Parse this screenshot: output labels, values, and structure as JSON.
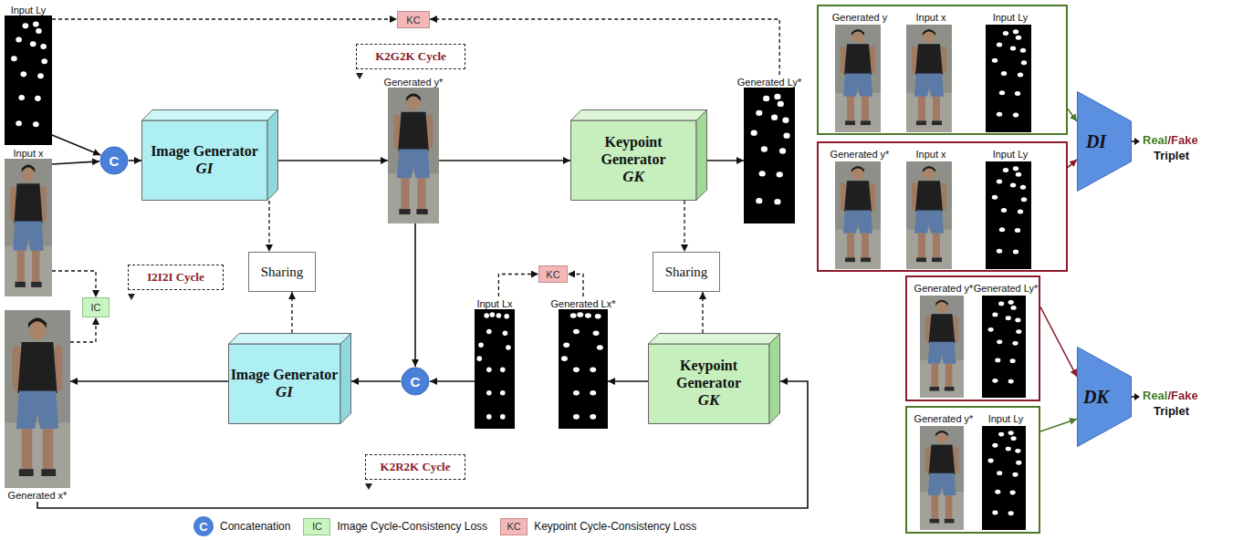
{
  "diagram": {
    "nodes": [
      {
        "text": [
          "Input Ly"
        ]
      },
      {
        "text": [
          "KC"
        ]
      },
      {
        "text": [
          "K2G2K Cycle"
        ]
      },
      {
        "text": [
          "Generated y*"
        ]
      },
      {
        "text": [
          "Generated Ly*"
        ]
      },
      {
        "text": [
          "Input x"
        ]
      },
      {
        "text": [
          "C"
        ]
      },
      {
        "text": [
          "Image Generator",
          "GI"
        ]
      },
      {
        "text": [
          "Keypoint Generator",
          "GK"
        ]
      },
      {
        "text": [
          "I2I2I Cycle"
        ]
      },
      {
        "text": [
          "IC"
        ]
      },
      {
        "text": [
          "Sharing"
        ]
      },
      {
        "text": [
          "Sharing"
        ]
      },
      {
        "text": [
          "KC"
        ]
      },
      {
        "text": [
          "Input Lx"
        ]
      },
      {
        "text": [
          "Generated Lx*"
        ]
      },
      {
        "text": [
          "Generated x*"
        ]
      },
      {
        "text": [
          "Image Generator",
          "GI"
        ]
      },
      {
        "text": [
          "C"
        ]
      },
      {
        "text": [
          "Keypoint Generator",
          "GK"
        ]
      },
      {
        "text": [
          "K2R2K Cycle"
        ]
      },
      {
        "text": [
          "Generated y",
          "Input x",
          "Input Ly"
        ]
      },
      {
        "text": [
          "Generated y*",
          "Input x",
          "Input Ly"
        ]
      },
      {
        "text": [
          "DI"
        ]
      },
      {
        "text": [
          "Generated y*",
          "Generated Ly*"
        ]
      },
      {
        "text": [
          "Generated y*",
          "Input Ly"
        ]
      },
      {
        "text": [
          "DK"
        ]
      }
    ],
    "edges": [
      {
        "from": 0,
        "to": 6,
        "arrow": "to"
      },
      {
        "from": 5,
        "to": 6,
        "arrow": "to"
      },
      {
        "from": 6,
        "to": 7,
        "arrow": "to"
      },
      {
        "from": 7,
        "to": 3,
        "arrow": "to"
      },
      {
        "from": 3,
        "to": 8,
        "arrow": "to"
      },
      {
        "from": 8,
        "to": 4,
        "arrow": "to"
      },
      {
        "from": 0,
        "to": 1,
        "arrow": "to"
      },
      {
        "from": 4,
        "to": 1,
        "arrow": "to"
      },
      {
        "from": 5,
        "to": 10,
        "arrow": "to"
      },
      {
        "from": 16,
        "to": 10,
        "arrow": "to"
      },
      {
        "from": 7,
        "to": 11,
        "arrow": "to"
      },
      {
        "from": 17,
        "to": 11,
        "arrow": "to"
      },
      {
        "from": 8,
        "to": 12,
        "arrow": "to"
      },
      {
        "from": 19,
        "to": 12,
        "arrow": "to"
      },
      {
        "from": 14,
        "to": 13,
        "arrow": "to"
      },
      {
        "from": 15,
        "to": 13,
        "arrow": "to"
      },
      {
        "from": 3,
        "to": 18,
        "arrow": "to"
      },
      {
        "from": 14,
        "to": 18,
        "arrow": "to"
      },
      {
        "from": 18,
        "to": 17,
        "arrow": "to"
      },
      {
        "from": 17,
        "to": 16,
        "arrow": "to"
      },
      {
        "from": 16,
        "to": 19,
        "arrow": "to"
      },
      {
        "from": 19,
        "to": 15,
        "arrow": "to"
      },
      {
        "from": 21,
        "to": 23,
        "arrow": "to"
      },
      {
        "from": 22,
        "to": 23,
        "arrow": "to"
      },
      {
        "from": 24,
        "to": 26,
        "arrow": "to"
      },
      {
        "from": 25,
        "to": 26,
        "arrow": "to"
      }
    ],
    "labels": [
      "Real/Fake",
      "Triplet",
      "Real/Fake",
      "Triplet",
      "C",
      "IC",
      "KC"
    ],
    "legend": [
      {
        "text": "Concatenation",
        "color": "#4a80d9"
      },
      {
        "text": "Image Cycle-Consistency Loss",
        "color": "#c8f5c0"
      },
      {
        "text": "Keypoint Cycle-Consistency Loss",
        "color": "#f4b8b8"
      }
    ]
  }
}
